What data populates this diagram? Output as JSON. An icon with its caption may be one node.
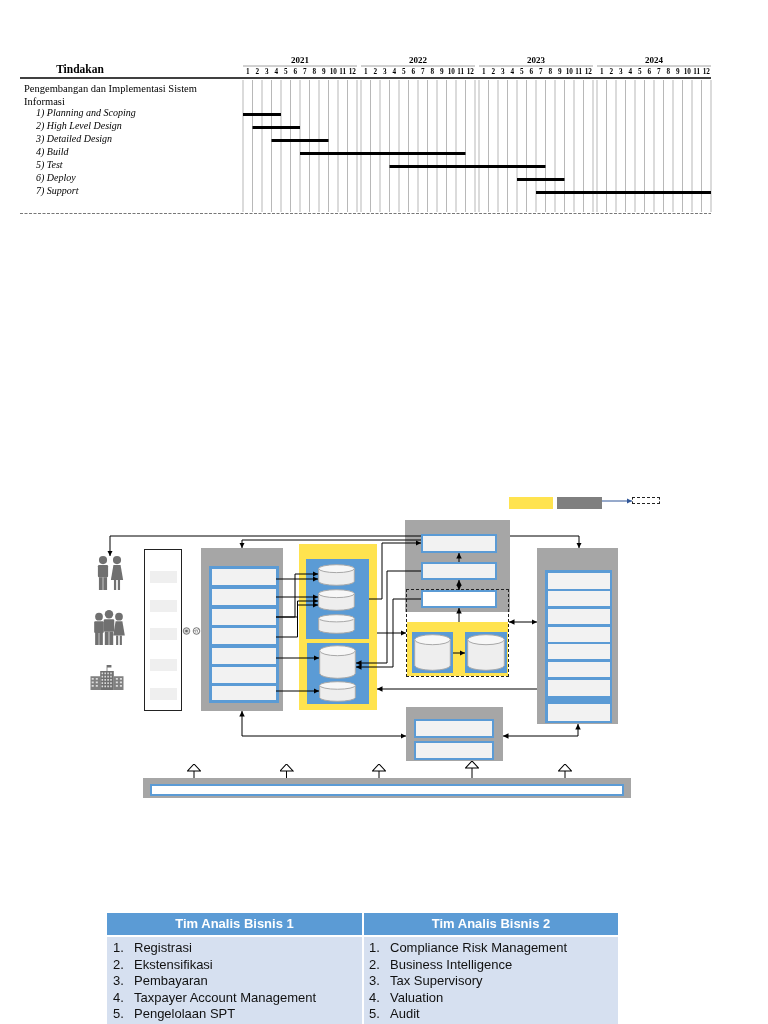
{
  "diagram": {
    "nodes": [
      {
        "text": [],
        "shape": "box"
      },
      {
        "text": [],
        "shape": "box"
      },
      {
        "text": [],
        "shape": "box"
      },
      {
        "text": [],
        "shape": "person"
      },
      {
        "text": [],
        "shape": "person"
      },
      {
        "text": [],
        "shape": "building"
      },
      {
        "text": [],
        "shape": "box"
      },
      {
        "text": [],
        "shape": "box",
        "in": 6
      },
      {
        "text": [],
        "shape": "box",
        "in": 6
      },
      {
        "text": [],
        "shape": "box",
        "in": 6
      },
      {
        "text": [],
        "shape": "box",
        "in": 6
      },
      {
        "text": [],
        "shape": "box",
        "in": 6
      },
      {
        "text": [],
        "shape": "box"
      },
      {
        "text": [],
        "shape": "box",
        "in": 12
      },
      {
        "text": [],
        "shape": "box",
        "in": 13
      },
      {
        "text": [],
        "shape": "box",
        "in": 13
      },
      {
        "text": [],
        "shape": "box",
        "in": 13
      },
      {
        "text": [],
        "shape": "box",
        "in": 13
      },
      {
        "text": [],
        "shape": "box",
        "in": 13
      },
      {
        "text": [],
        "shape": "box",
        "in": 13
      },
      {
        "text": [],
        "shape": "box",
        "in": 13
      },
      {
        "text": [],
        "shape": "box"
      },
      {
        "text": [],
        "shape": "box",
        "in": 21
      },
      {
        "text": [],
        "shape": "cylinder",
        "in": 22
      },
      {
        "text": [],
        "shape": "cylinder",
        "in": 22
      },
      {
        "text": [],
        "shape": "cylinder",
        "in": 22
      },
      {
        "text": [],
        "shape": "box",
        "in": 21
      },
      {
        "text": [],
        "shape": "cylinder",
        "in": 26
      },
      {
        "text": [],
        "shape": "cylinder",
        "in": 26
      },
      {
        "text": [],
        "shape": "box"
      },
      {
        "text": [],
        "shape": "box",
        "in": 29
      },
      {
        "text": [],
        "shape": "box",
        "in": 29
      },
      {
        "text": [],
        "shape": "box"
      },
      {
        "text": [],
        "shape": "box"
      },
      {
        "text": [],
        "shape": "box",
        "in": 32
      },
      {
        "text": [],
        "shape": "box",
        "in": 34
      },
      {
        "text": [],
        "shape": "cylinder",
        "in": 35
      },
      {
        "text": [],
        "shape": "box",
        "in": 34
      },
      {
        "text": [],
        "shape": "cylinder",
        "in": 37
      },
      {
        "text": [],
        "shape": "box"
      },
      {
        "text": [],
        "shape": "box",
        "in": 39
      },
      {
        "text": [],
        "shape": "box",
        "in": 40
      },
      {
        "text": [],
        "shape": "box",
        "in": 40
      },
      {
        "text": [],
        "shape": "box",
        "in": 40
      },
      {
        "text": [],
        "shape": "box",
        "in": 40
      },
      {
        "text": [],
        "shape": "box",
        "in": 40
      },
      {
        "text": [],
        "shape": "box",
        "in": 40
      },
      {
        "text": [],
        "shape": "box",
        "in": 40
      },
      {
        "text": [],
        "shape": "box",
        "in": 40
      },
      {
        "text": [],
        "shape": "box"
      },
      {
        "text": [],
        "shape": "box",
        "in": 49
      },
      {
        "text": [],
        "shape": "box",
        "in": 49
      },
      {
        "text": [],
        "shape": "box"
      },
      {
        "text": [],
        "shape": "box",
        "in": 52
      }
    ],
    "edges": [
      {
        "from": 1,
        "to": 2,
        "arrow": "to",
        "color": "#2f5597"
      },
      {
        "from": 30,
        "to": 3,
        "arrow": "to"
      },
      {
        "from": 30,
        "to": 12,
        "arrow": "to"
      },
      {
        "from": 22,
        "to": 30,
        "arrow": "to"
      },
      {
        "from": 14,
        "to": 23,
        "arrow": "to"
      },
      {
        "from": 15,
        "to": 24,
        "arrow": "to"
      },
      {
        "from": 16,
        "to": 23,
        "arrow": "to"
      },
      {
        "from": 16,
        "to": 24,
        "arrow": "to"
      },
      {
        "from": 17,
        "to": 24,
        "arrow": "to"
      },
      {
        "from": 18,
        "to": 27,
        "arrow": "to"
      },
      {
        "from": 20,
        "to": 28,
        "arrow": "to"
      },
      {
        "from": 31,
        "to": 27,
        "arrow": "to"
      },
      {
        "from": 33,
        "to": 27,
        "arrow": "to"
      },
      {
        "from": 21,
        "to": 32,
        "arrow": "to"
      },
      {
        "from": 39,
        "to": 21,
        "arrow": "to"
      },
      {
        "from": 32,
        "to": 39,
        "arrow": "both"
      },
      {
        "from": 31,
        "to": 30,
        "arrow": "to"
      },
      {
        "from": 31,
        "to": 33,
        "arrow": "both"
      },
      {
        "from": 34,
        "to": 33,
        "arrow": "to"
      },
      {
        "from": 35,
        "to": 37,
        "arrow": "to"
      },
      {
        "from": 29,
        "to": 39,
        "arrow": "to"
      },
      {
        "from": 12,
        "to": 49,
        "arrow": "both"
      },
      {
        "from": 49,
        "to": 39,
        "arrow": "both"
      },
      {
        "from": 52,
        "to": null,
        "arrow": "to"
      },
      {
        "from": 52,
        "to": null,
        "arrow": "to"
      },
      {
        "from": 52,
        "to": null,
        "arrow": "to"
      },
      {
        "from": 52,
        "to": 49,
        "arrow": "to"
      },
      {
        "from": 52,
        "to": null,
        "arrow": "to"
      }
    ],
    "labels": [
      "2021",
      "2022",
      "2023",
      "2024",
      "Tindakan",
      "1",
      "2",
      "3",
      "4",
      "5",
      "6",
      "7",
      "8",
      "9",
      "10",
      "11",
      "12",
      "1",
      "2",
      "3",
      "4",
      "5",
      "6",
      "7",
      "8",
      "9",
      "10",
      "11",
      "12",
      "1",
      "2",
      "3",
      "4",
      "5",
      "6",
      "7",
      "8",
      "9",
      "10",
      "11",
      "12",
      "1",
      "2",
      "3",
      "4",
      "5",
      "6",
      "7",
      "8",
      "9",
      "10",
      "11",
      "12",
      "Pengembangan dan Implementasi Sistem Informasi",
      "1) Planning and Scoping",
      "2) High Level Design",
      "3) Detailed Design",
      "4) Build",
      "5) Test",
      "6) Deploy",
      "7) Support",
      "Tim Analis Bisnis 1",
      "Tim Analis Bisnis 2",
      "1.",
      "Registrasi",
      "1.",
      "Compliance Risk Management",
      "2.",
      "Ekstensifikasi",
      "2.",
      "Business Intelligence",
      "3.",
      "Pembayaran",
      "3.",
      "Tax Supervisory",
      "4.",
      "Taxpayer Account Management",
      "4.",
      "Valuation",
      "5.",
      "Pengelolaan SPT",
      "5.",
      "Audit"
    ]
  }
}
